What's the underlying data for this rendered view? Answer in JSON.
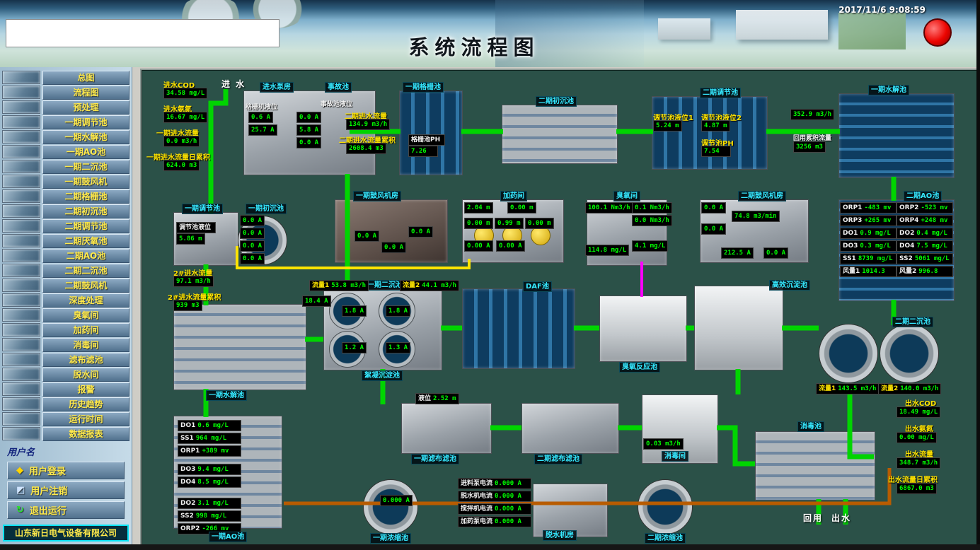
{
  "header": {
    "title": "系统流程图",
    "time": "2017/11/6 9:08:59"
  },
  "sidebar": {
    "items": [
      "总图",
      "流程图",
      "预处理",
      "一期调节池",
      "一期水解池",
      "一期AO池",
      "一期二沉池",
      "一期鼓风机",
      "二期格栅池",
      "二期初沉池",
      "二期调节池",
      "二期厌氧池",
      "二期AO池",
      "二期二沉池",
      "二期鼓风机",
      "深度处理",
      "臭氧间",
      "加药间",
      "消毒间",
      "滤布滤池",
      "脱水间",
      "报警",
      "历史趋势",
      "运行时间",
      "数据报表"
    ],
    "user_label": "用户名",
    "login": "用户登录",
    "logout": "用户注销",
    "exit": "退出运行",
    "company": "山东新日电气设备有限公司"
  },
  "flow": {
    "inlet_label": "进 水",
    "inlet": [
      {
        "l": "进水COD",
        "v": "34.58 mg/L"
      },
      {
        "l": "进水氨氮",
        "v": "16.67 mg/L"
      },
      {
        "l": "一期进水流量",
        "v": "0.0  m3/h"
      },
      {
        "l": "一期进水流量日累积",
        "v": "624.0  m3"
      }
    ],
    "pump": {
      "label": "进水泵房",
      "acc": "事故池",
      "sub1": "格栅机液位",
      "sub2": "事故池液位",
      "c": [
        "0.6 A",
        "25.7 A",
        "0.0 A",
        "5.8 A",
        "0.0 A"
      ]
    },
    "grid1": {
      "label": "一期格栅池",
      "m": [
        {
          "l": "二期进水流量",
          "v": "134.9 m3/h"
        },
        {
          "l": "二期进水流量累积",
          "v": "2608.4 m3"
        }
      ],
      "ph_l": "格栅池PH",
      "ph_v": "7.26"
    },
    "sed2p": {
      "label": "二期初沉池"
    },
    "reg2": {
      "label": "二期调节池",
      "m": [
        {
          "l": "调节池液位1",
          "v": "5.24  m"
        },
        {
          "l": "调节池液位2",
          "v": "4.87  m"
        },
        {
          "l": "调节池PH",
          "v": "7.54"
        }
      ]
    },
    "hyd1t": {
      "label": "一期水解池",
      "flow": "352.9 m3/h",
      "acc_l": "回用累积流量",
      "acc_v": "3256  m3"
    },
    "reg1": {
      "label": "一期调节池",
      "sub": "调节池液位",
      "level": "5.86  m"
    },
    "sed1p": {
      "label": "一期初沉池",
      "c": [
        "0.0 A",
        "0.0 A",
        "0.0 A",
        "0.0 A"
      ]
    },
    "flow2": [
      {
        "l": "2#进水流量",
        "v": "97.1  m3/h"
      },
      {
        "l": "2#进水流量累积",
        "v": "939  m3"
      }
    ],
    "blower1": {
      "label": "一期鼓风机房",
      "c": [
        "0.0 A",
        "0.0 A",
        "0.0 A"
      ]
    },
    "dosing": {
      "label": "加药间",
      "lv": [
        "2.04 m",
        "0.00 m",
        "0.00 m",
        "0.99 m",
        "0.00 m"
      ],
      "c": [
        "0.00 A",
        "0.00 A"
      ]
    },
    "ozoner": {
      "label": "臭氧间",
      "m": [
        "100.1 Nm3/h",
        "0.1 Nm3/h",
        "0.0 Nm3/h",
        "114.8 mg/L",
        "4.1 mg/L"
      ]
    },
    "blower2": {
      "label": "二期鼓风机房",
      "m": [
        "0.0 A",
        "74.8 m3/min",
        "0.0 A",
        "212.5 A",
        "0.0 A"
      ]
    },
    "ao2": {
      "label": "二期AO池",
      "m": [
        {
          "l": "ORP1",
          "v": "-483 mv"
        },
        {
          "l": "ORP2",
          "v": "-523 mv"
        },
        {
          "l": "ORP3",
          "v": "+265 mv"
        },
        {
          "l": "ORP4",
          "v": "+248 mv"
        },
        {
          "l": "DO1",
          "v": "0.9 mg/L"
        },
        {
          "l": "DO2",
          "v": "0.4 mg/L"
        },
        {
          "l": "DO3",
          "v": "0.3 mg/L"
        },
        {
          "l": "DO4",
          "v": "7.5 mg/L"
        },
        {
          "l": "SS1",
          "v": "8739 mg/L"
        },
        {
          "l": "SS2",
          "v": "5061 mg/L"
        },
        {
          "l": "风量1",
          "v": "1014.3"
        },
        {
          "l": "风量2",
          "v": "996.8"
        }
      ]
    },
    "floc": {
      "label": "絮凝沉淀池",
      "top": "一期二沉池",
      "f1l": "流量1",
      "f1v": "53.8  m3/h",
      "f2l": "流量2",
      "f2v": "44.1  m3/h",
      "c": [
        "18.4 A",
        "1.8 A",
        "1.8 A",
        "1.2 A",
        "1.3 A"
      ]
    },
    "daf": {
      "label": "DAF池"
    },
    "ozrx": {
      "label": "臭氧反应池"
    },
    "heff": {
      "label": "高效沉淀池"
    },
    "sed2": {
      "label": "二期二沉池",
      "f1l": "流量1",
      "f1v": "143.5  m3/h",
      "f2l": "流量2",
      "f2v": "140.0  m3/h"
    },
    "hyd1b": {
      "label": "一期水解池"
    },
    "ao1": {
      "label": "一期AO池",
      "m": [
        {
          "l": "DO1",
          "v": "0.6  mg/L"
        },
        {
          "l": "SS1",
          "v": "964  mg/L"
        },
        {
          "l": "ORP1",
          "v": "+389 mv"
        },
        {
          "l": "DO3",
          "v": "9.4  mg/L"
        },
        {
          "l": "DO4",
          "v": "8.5  mg/L"
        },
        {
          "l": "DO2",
          "v": "3.1  mg/L"
        },
        {
          "l": "SS2",
          "v": "998  mg/L"
        },
        {
          "l": "ORP2",
          "v": "-266 mv"
        }
      ]
    },
    "filter1": {
      "label": "一期滤布滤池",
      "lvl": "液位",
      "lvv": "2.52  m"
    },
    "filter2": {
      "label": "二期滤布滤池"
    },
    "disr": {
      "label": "消毒间",
      "v": "0.03  m3/h"
    },
    "dist": {
      "label": "消毒池"
    },
    "outlet": [
      {
        "l": "出水COD",
        "v": "18.49  mg/L"
      },
      {
        "l": "出水氨氮",
        "v": "0.00  mg/L"
      },
      {
        "l": "出水流量",
        "v": "348.7  m3/h"
      },
      {
        "l": "出水流量日累积",
        "v": "6867.0  m3"
      }
    ],
    "thick1": {
      "label": "一期浓缩池",
      "c": "0.000 A"
    },
    "dewater": {
      "label": "脱水机房",
      "m": [
        {
          "l": "进料泵电流",
          "v": "0.000 A"
        },
        {
          "l": "脱水机电流",
          "v": "0.000 A"
        },
        {
          "l": "搅拌机电流",
          "v": "0.000 A"
        },
        {
          "l": "加药泵电流",
          "v": "0.000 A"
        }
      ]
    },
    "thick2": {
      "label": "二期浓缩池"
    },
    "reuse": "回用",
    "outflow": "出水"
  },
  "colors": {
    "pipe_green": "#00d400",
    "pipe_yellow": "#ffe400",
    "pipe_orange": "#b85c00",
    "pipe_magenta": "#ff00ff",
    "value_green": "#00ff00",
    "label_yellow": "#ffe400",
    "tag_cyan": "#35e8ff",
    "alarm_red": "#ec0400"
  }
}
